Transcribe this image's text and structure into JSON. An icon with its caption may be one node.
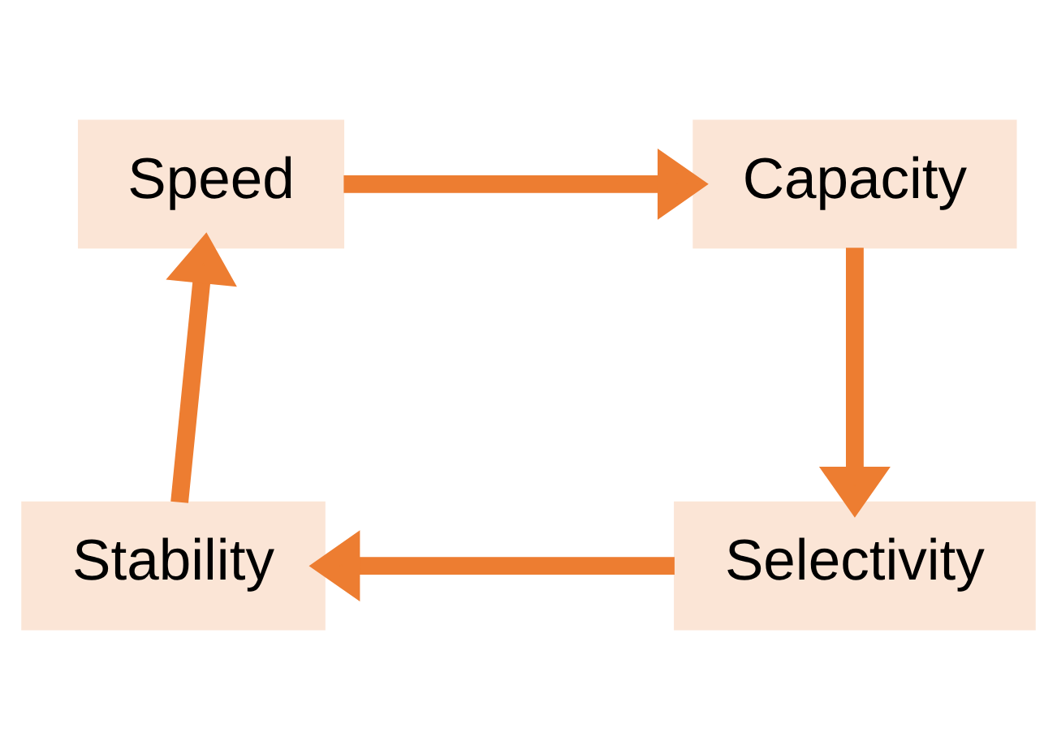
{
  "diagram": {
    "nodes": [
      {
        "text": [
          "Speed"
        ]
      },
      {
        "text": [
          "Capacity"
        ]
      },
      {
        "text": [
          "Selectivity"
        ]
      },
      {
        "text": [
          "Stability"
        ]
      }
    ],
    "edges": [
      {
        "from": 0,
        "to": 1,
        "arrow": "to"
      },
      {
        "from": 1,
        "to": 2,
        "arrow": "to"
      },
      {
        "from": 2,
        "to": 3,
        "arrow": "to"
      },
      {
        "from": 3,
        "to": 0,
        "arrow": "to"
      }
    ]
  }
}
